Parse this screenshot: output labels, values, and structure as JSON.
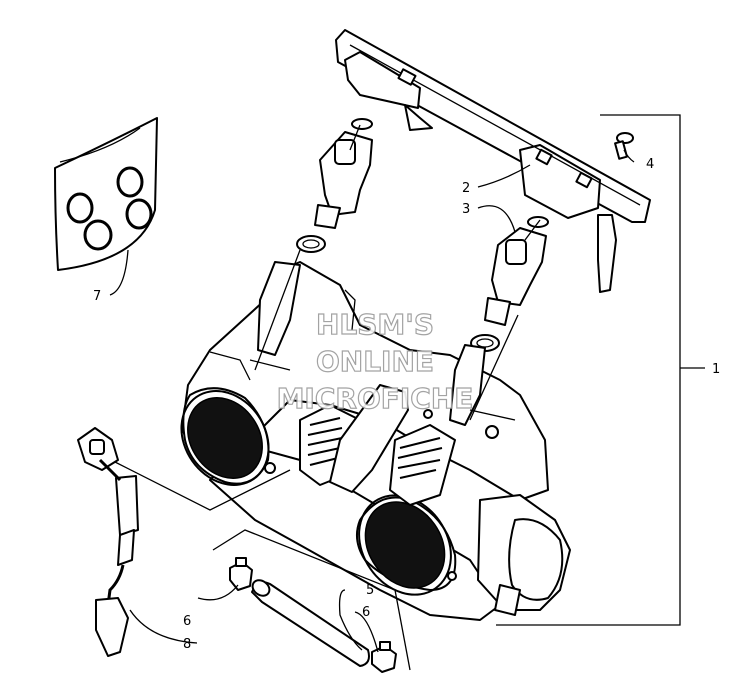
{
  "callouts": {
    "c1": "1",
    "c2": "2",
    "c3": "3",
    "c4": "4",
    "c5": "5",
    "c6a": "6",
    "c6b": "6",
    "c7": "7",
    "c8": "8"
  },
  "watermark": {
    "line1": "HLSM'S",
    "line2": "ONLINE",
    "line3": "MICROFICHE"
  }
}
